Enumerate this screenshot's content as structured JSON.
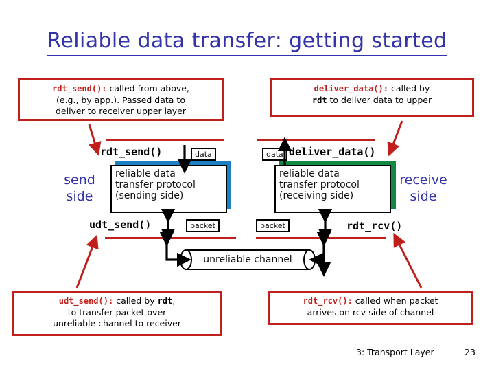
{
  "slide": {
    "title": "Reliable data transfer: getting started",
    "title_color": "#3333aa",
    "accent_red": "#c0201c",
    "sending_shadow_color": "#1b80c4",
    "receiving_shadow_color": "#118844"
  },
  "callouts": {
    "rdt_send": {
      "code": "rdt_send():",
      "line1_rest": " called from above,",
      "line2": "(e.g., by app.). Passed data to",
      "line3": "deliver to receiver upper layer"
    },
    "deliver_data": {
      "code": "deliver_data():",
      "line1_rest": " called by",
      "line2_code": "rdt",
      "line2_rest": " to deliver data to upper"
    },
    "udt_send": {
      "code": "udt_send():",
      "line1_rest": " called by ",
      "line1_code2": "rdt",
      "line1_tail": ",",
      "line2": "to transfer packet over",
      "line3": "unreliable channel to receiver"
    },
    "rdt_rcv": {
      "code": "rdt_rcv():",
      "line1_rest": " called when packet",
      "line2": "arrives on rcv-side of channel"
    }
  },
  "diagram": {
    "send_side_label": "send\nside",
    "receive_side_label": "receive\nside",
    "code_labels": {
      "rdt_send": "rdt_send()",
      "deliver_data": "deliver_data()",
      "udt_send": "udt_send()",
      "rdt_rcv": "rdt_rcv()"
    },
    "protocol_sending": "reliable data\ntransfer protocol\n(sending side)",
    "protocol_receiving": "reliable data\ntransfer protocol\n(receiving side)",
    "tags": {
      "data_left": "data",
      "data_right": "data",
      "packet_left": "packet",
      "packet_right": "packet"
    },
    "channel": "unreliable channel"
  },
  "footer": {
    "text": "3: Transport Layer",
    "page": "23"
  }
}
